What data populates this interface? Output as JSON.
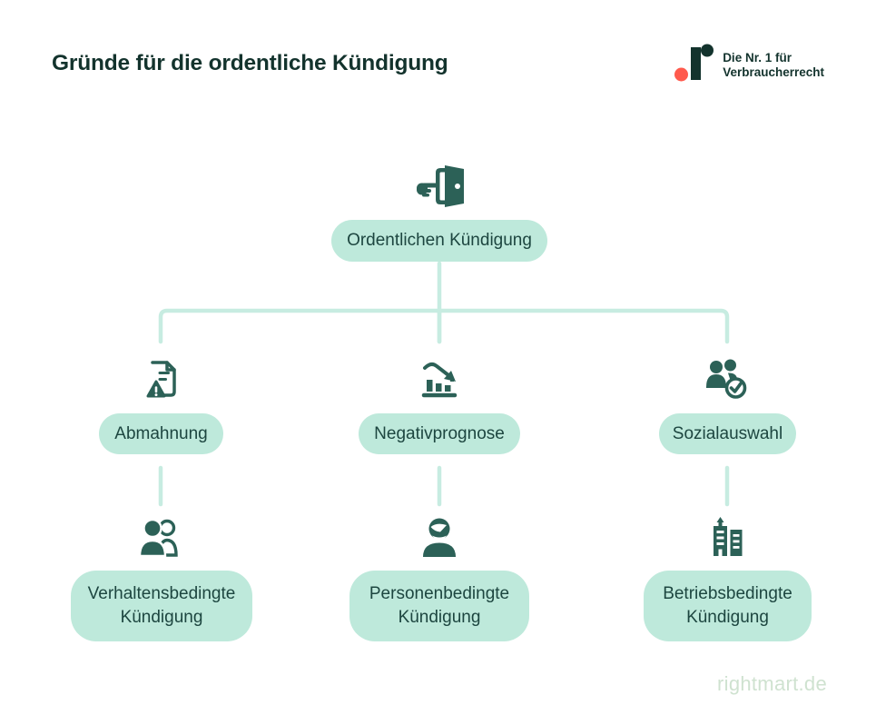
{
  "header": {
    "title": "Gründe für die ordentliche Kündigung",
    "logo": {
      "line1": "Die Nr. 1 für",
      "line2": "Verbraucherrecht",
      "mark_icons": [
        "red-dot",
        "dark-bar",
        "dark-dot"
      ]
    }
  },
  "tree": {
    "root": {
      "label": "Ordentlichen Kündigung",
      "icon": "exit-door-icon"
    },
    "branches": [
      {
        "label": "Abmahnung",
        "icon": "document-warning-icon",
        "child": {
          "label": "Verhaltensbedingte Kündigung",
          "icon": "two-people-icon"
        }
      },
      {
        "label": "Negativprognose",
        "icon": "chart-decline-icon",
        "child": {
          "label": "Personenbedingte Kündigung",
          "icon": "person-icon"
        }
      },
      {
        "label": "Sozialauswahl",
        "icon": "people-check-icon",
        "child": {
          "label": "Betriebsbedingte Kündigung",
          "icon": "buildings-icon"
        }
      }
    ]
  },
  "footer": {
    "watermark": "rightmart.de"
  },
  "colors": {
    "title": "#13332d",
    "pill_background": "#bee9db",
    "pill_text": "#1d4640",
    "icon": "#2c6157",
    "connector_line": "#c7ece1",
    "logo_red": "#ff5a4d",
    "logo_dark": "#13332d",
    "watermark": "#cfe2d0"
  }
}
